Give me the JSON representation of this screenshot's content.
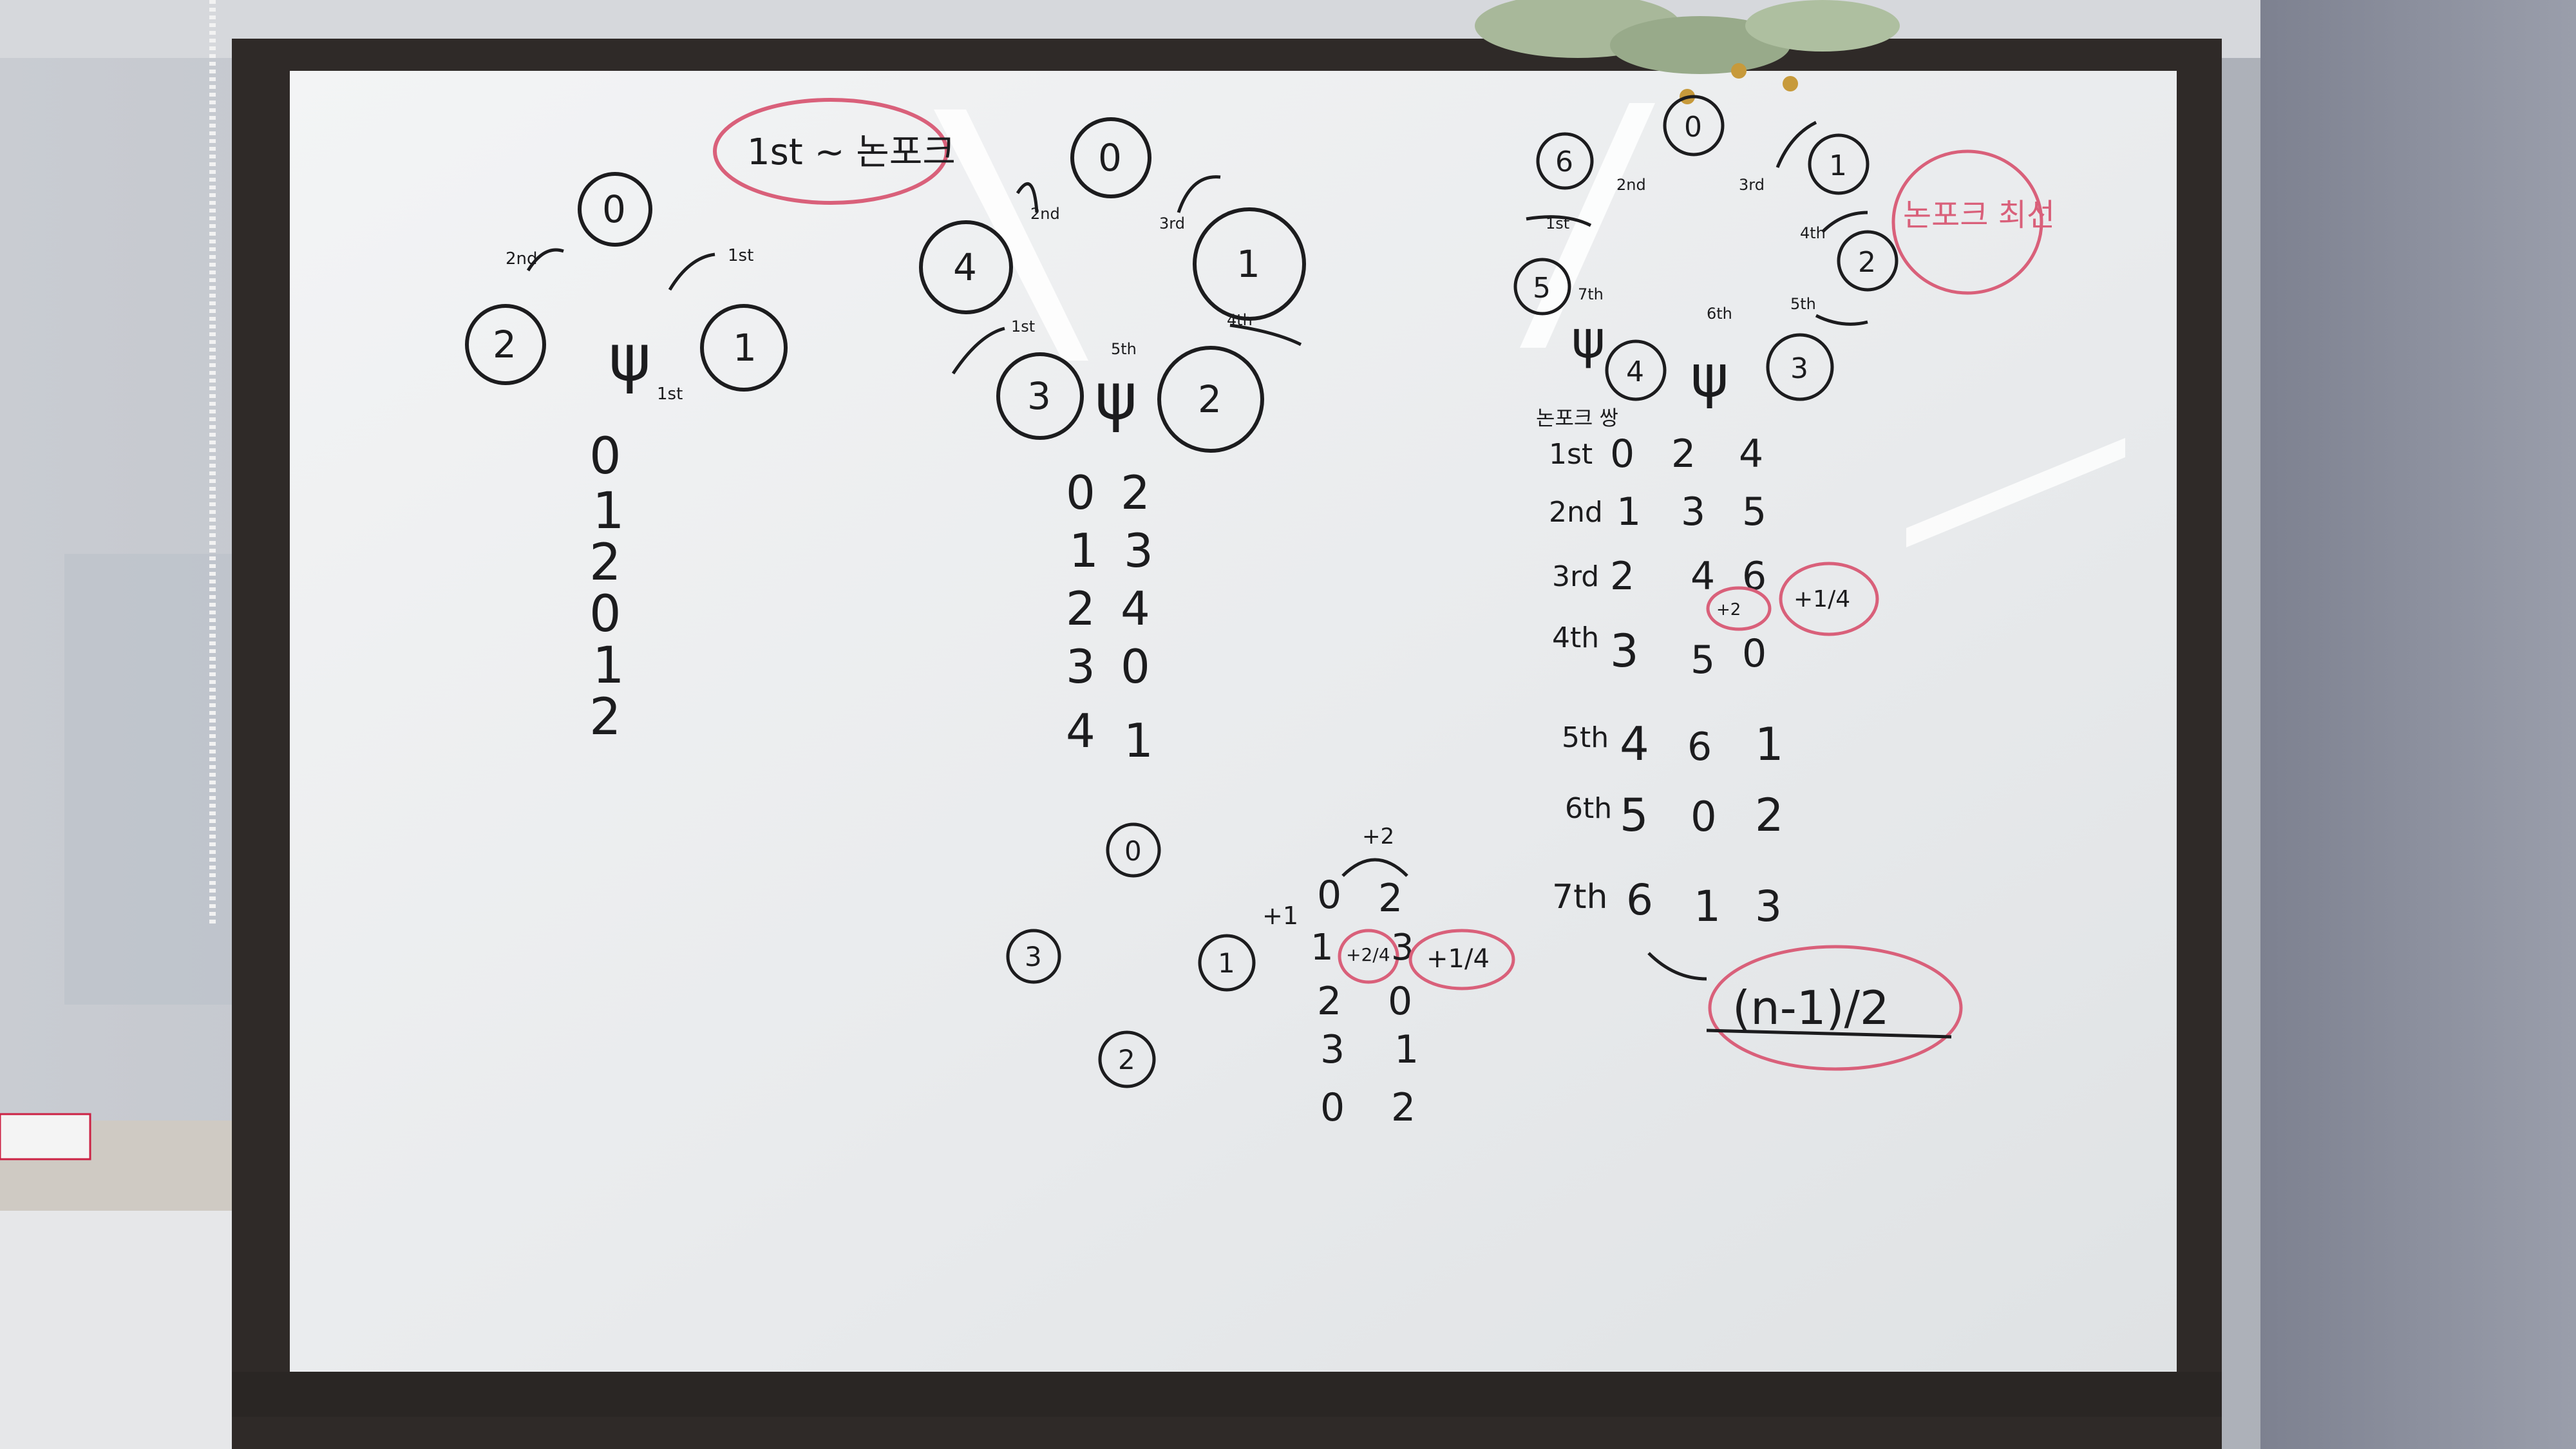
{
  "scene": {
    "description_free": true,
    "colors": {
      "board": "#eef0f1",
      "frame": "#2f2a28",
      "wall": "#8f93a0",
      "ink": "#1c1c1e",
      "marker_pink": "#d9607a"
    }
  },
  "board_left": {
    "title": "1st ~ 논포크",
    "nodes": [
      "0",
      "2",
      "1"
    ],
    "labels": [
      "2nd",
      "1st",
      "1st"
    ],
    "column": [
      "0",
      "1",
      "2",
      "0",
      "1",
      "2"
    ]
  },
  "board_middle": {
    "nodes": [
      "0",
      "4",
      "1",
      "3",
      "2"
    ],
    "labels": [
      "2nd",
      "3rd",
      "1st",
      "4th",
      "5th"
    ],
    "col_a": [
      "0",
      "1",
      "2",
      "3",
      "4"
    ],
    "col_b": [
      "2",
      "3",
      "4",
      "0",
      "1"
    ],
    "small_nodes": [
      "0",
      "3",
      "2",
      "1"
    ],
    "calc_top": [
      "+2",
      "+1",
      "0",
      "2"
    ],
    "calc_mid": [
      "1",
      "+2/4",
      "3",
      "+1/4"
    ],
    "calc_col_a": [
      "2",
      "3",
      "0"
    ],
    "calc_col_b": [
      "0",
      "1",
      "2"
    ]
  },
  "board_right": {
    "title": "논포크 최선",
    "nodes": [
      "0",
      "6",
      "1",
      "5",
      "2",
      "4",
      "3"
    ],
    "labels": [
      "2nd",
      "3rd",
      "4th",
      "1st",
      "5th",
      "7th",
      "6th"
    ],
    "table_header": "논포크 쌍",
    "rows": [
      {
        "label": "1st",
        "a": "0",
        "b": "2",
        "c": "4"
      },
      {
        "label": "2nd",
        "a": "1",
        "b": "3",
        "c": "5"
      },
      {
        "label": "3rd",
        "a": "2",
        "b": "4",
        "c": "6"
      },
      {
        "label": "4th",
        "a": "3",
        "b": "5",
        "c": "0"
      },
      {
        "label": "5th",
        "a": "4",
        "b": "6",
        "c": "1"
      },
      {
        "label": "6th",
        "a": "5",
        "b": "0",
        "c": "2"
      },
      {
        "label": "7th",
        "a": "6",
        "b": "1",
        "c": "3"
      }
    ],
    "annotations": [
      "+2",
      "+1/4"
    ],
    "formula": "(n-1)/2"
  }
}
